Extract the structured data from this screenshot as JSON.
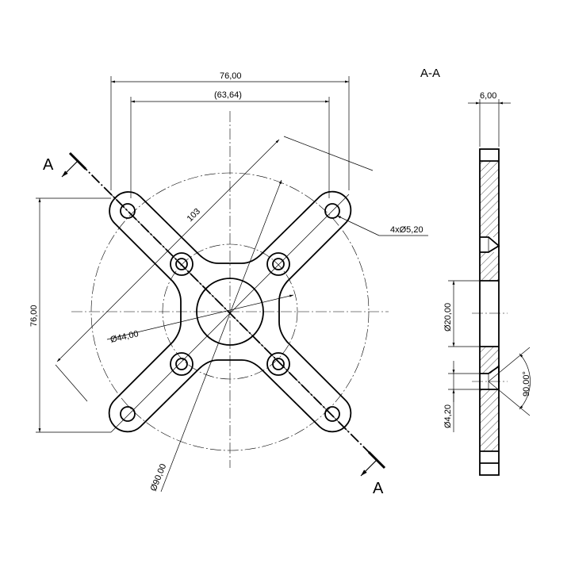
{
  "drawing": {
    "section_title": "A-A",
    "section_marker": "A",
    "dims": {
      "width_overall": "76,00",
      "width_ref": "(63,64)",
      "height_overall": "76,00",
      "diagonal": "103",
      "holes": "4xØ5,20",
      "inner_dia": "Ø44,00",
      "outer_dia": "Ø90,00",
      "thickness": "6,00",
      "center_bore": "Ø20,00",
      "csk_hole": "Ø4,20",
      "csk_angle": "90,00°"
    }
  }
}
